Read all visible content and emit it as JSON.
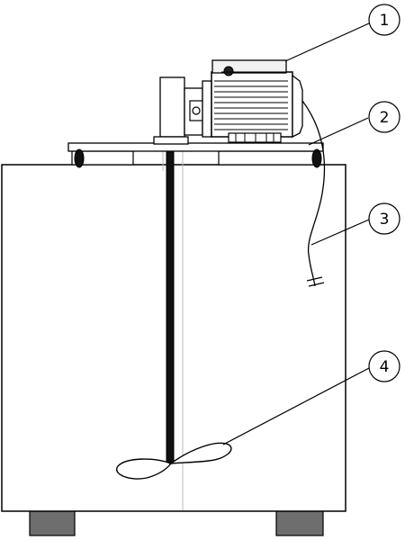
{
  "callouts": [
    {
      "id": 1,
      "label": "1"
    },
    {
      "id": 2,
      "label": "2"
    },
    {
      "id": 3,
      "label": "3"
    },
    {
      "id": 4,
      "label": "4"
    }
  ],
  "colors": {
    "stroke": "#000000",
    "fill": "#ffffff",
    "feet": "#6e6e6e",
    "shaft": "#111111",
    "centerline": "#bbbbbb",
    "motor_shade": "#f2f2f2"
  }
}
